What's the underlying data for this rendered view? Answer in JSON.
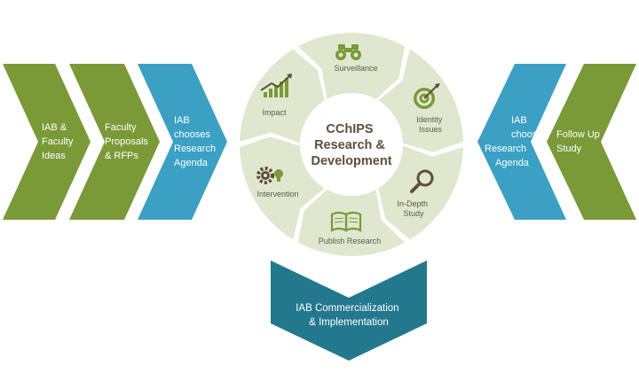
{
  "colors": {
    "green": "#7a9a38",
    "blue": "#3ba0c4",
    "teal": "#23788e",
    "ring": "#dfe8cf",
    "icon": "#7a9a38",
    "center_text": "#5e4e3a"
  },
  "left_chevrons": [
    {
      "lines": [
        "IAB &",
        "Faculty",
        "Ideas"
      ],
      "color": "green"
    },
    {
      "lines": [
        "Faculty",
        "Proposals",
        "& RFPs"
      ],
      "color": "green"
    },
    {
      "lines": [
        "IAB",
        "chooses",
        "Research",
        "Agenda"
      ],
      "color": "blue"
    }
  ],
  "right_chevrons": [
    {
      "lines": [
        "IAB",
        "chooses",
        "Research",
        "Agenda"
      ],
      "color": "blue"
    },
    {
      "lines": [
        "Follow Up",
        "Study"
      ],
      "color": "green"
    }
  ],
  "cycle": {
    "center_lines": [
      "CChIPS",
      "Research &",
      "Development"
    ],
    "segments": [
      {
        "lines": [
          "Surveillance"
        ],
        "icon": "binoculars-icon"
      },
      {
        "lines": [
          "Identity",
          "Issues"
        ],
        "icon": "target-icon"
      },
      {
        "lines": [
          "In-Depth",
          "Study"
        ],
        "icon": "magnifier-icon"
      },
      {
        "lines": [
          "Publish Research"
        ],
        "icon": "book-icon"
      },
      {
        "lines": [
          "Intervention"
        ],
        "icon": "gear-lightbulb-icon"
      },
      {
        "lines": [
          "Impact"
        ],
        "icon": "rising-chart-icon"
      }
    ]
  },
  "bottom": {
    "lines": [
      "IAB Commercialization",
      "& Implementation"
    ]
  }
}
